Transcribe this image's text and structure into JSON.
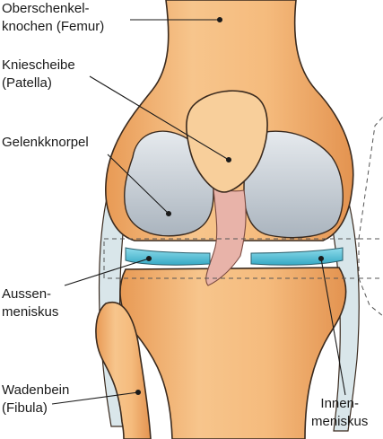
{
  "labels": {
    "femur": {
      "line1": "Oberschenkel-",
      "line2": "knochen (Femur)"
    },
    "patella": {
      "line1": "Kniescheibe",
      "line2": "(Patella)"
    },
    "cartilage": {
      "line1": "Gelenkknorpel"
    },
    "lateral_meniscus": {
      "line1": "Aussen-",
      "line2": "meniskus"
    },
    "fibula": {
      "line1": "Wadenbein",
      "line2": "(Fibula)"
    },
    "medial_meniscus": {
      "line1": "Innen-",
      "line2": "meniskus"
    }
  },
  "colors": {
    "bone": "#f2b06d",
    "bone_light": "#f8cf9b",
    "bone_outline": "#3a2a1e",
    "cartilage": "#c9d0d8",
    "meniscus": "#5fc7dd",
    "ligament": "#e8b3a9",
    "line": "#1a1a1a"
  }
}
